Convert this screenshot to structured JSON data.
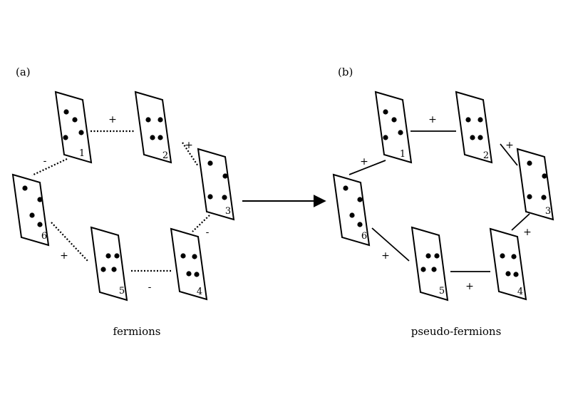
{
  "panels": [
    {
      "label": "(a)",
      "caption": "fermions",
      "bond_style": "dotted",
      "plates": [
        "1",
        "2",
        "3",
        "4",
        "5",
        "6"
      ],
      "bond_signs": [
        "+",
        "+",
        "-",
        "-",
        "+",
        "-"
      ]
    },
    {
      "label": "(b)",
      "caption": "pseudo-fermions",
      "bond_style": "solid",
      "plates": [
        "1",
        "2",
        "3",
        "4",
        "5",
        "6"
      ],
      "bond_signs": [
        "+",
        "+",
        "+",
        "+",
        "+",
        "+"
      ]
    }
  ],
  "colors": {
    "ink": "#000000",
    "background": "#ffffff"
  }
}
